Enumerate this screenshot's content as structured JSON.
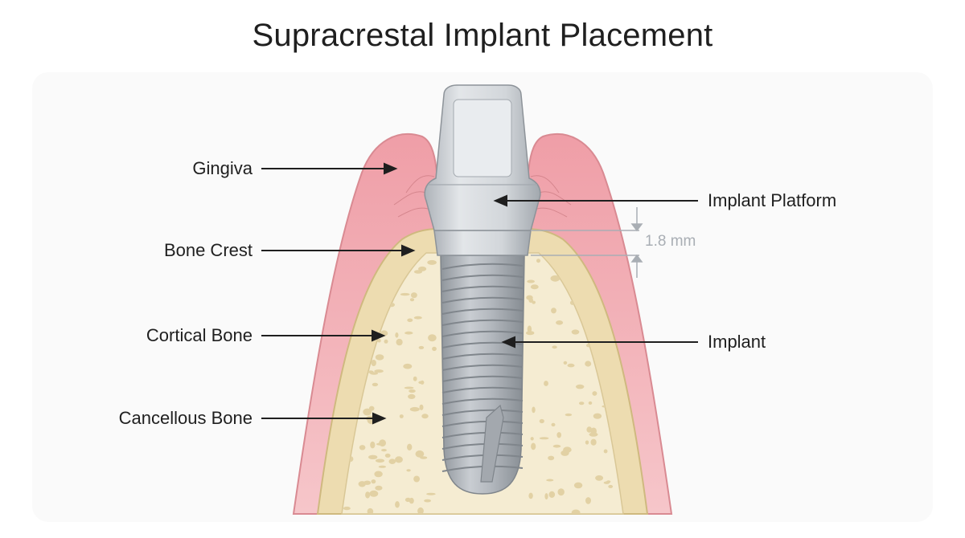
{
  "title": "Supracrestal Implant Placement",
  "labels": {
    "gingiva": "Gingiva",
    "bone_crest": "Bone Crest",
    "cortical_bone": "Cortical Bone",
    "cancellous_bone": "Cancellous Bone",
    "implant_platform": "Implant Platform",
    "implant": "Implant"
  },
  "measurement": {
    "value": "1.8 mm"
  },
  "colors": {
    "gingiva": "#f2b8bd",
    "gingiva_outline": "#d98a92",
    "cortical_bone": "#eddcb0",
    "cancellous_bone": "#f5ecd2",
    "trabecular_pore": "#e2d1a4",
    "implant_metal": "#b9bec4",
    "abutment": "#d4d8dc",
    "measure_line": "#a9aeb4"
  }
}
